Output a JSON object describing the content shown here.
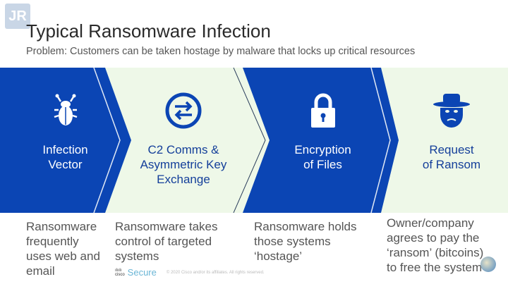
{
  "logo_text": "JR",
  "title": "Typical Ransomware Infection",
  "subtitle": "Problem: Customers can be taken hostage by malware that locks up critical resources",
  "colors": {
    "blue": "#0b45b4",
    "light": "#eef8e8"
  },
  "steps": [
    {
      "label_1": "Infection",
      "label_2": "Vector",
      "label_3": "",
      "icon": "bug-icon",
      "description": [
        "Ransomware",
        "frequently",
        "uses web and",
        "email"
      ]
    },
    {
      "label_1": "C2 Comms &",
      "label_2": "Asymmetric Key",
      "label_3": "Exchange",
      "icon": "exchange-arrows-icon",
      "description": [
        "Ransomware takes",
        "control of targeted",
        "systems"
      ]
    },
    {
      "label_1": "Encryption",
      "label_2": "of Files",
      "label_3": "",
      "icon": "lock-icon",
      "description": [
        "Ransomware holds",
        "those systems",
        "‘hostage’"
      ]
    },
    {
      "label_1": "Request",
      "label_2": "of Ransom",
      "label_3": "",
      "icon": "masked-thief-icon",
      "description": [
        "Owner/company",
        "agrees to pay the",
        "‘ransom’ (bitcoins)",
        "to free the system"
      ]
    }
  ],
  "footer": {
    "brand": "Secure",
    "cisco": "cisco",
    "copyright": "© 2020 Cisco and/or its affiliates. All rights reserved."
  }
}
